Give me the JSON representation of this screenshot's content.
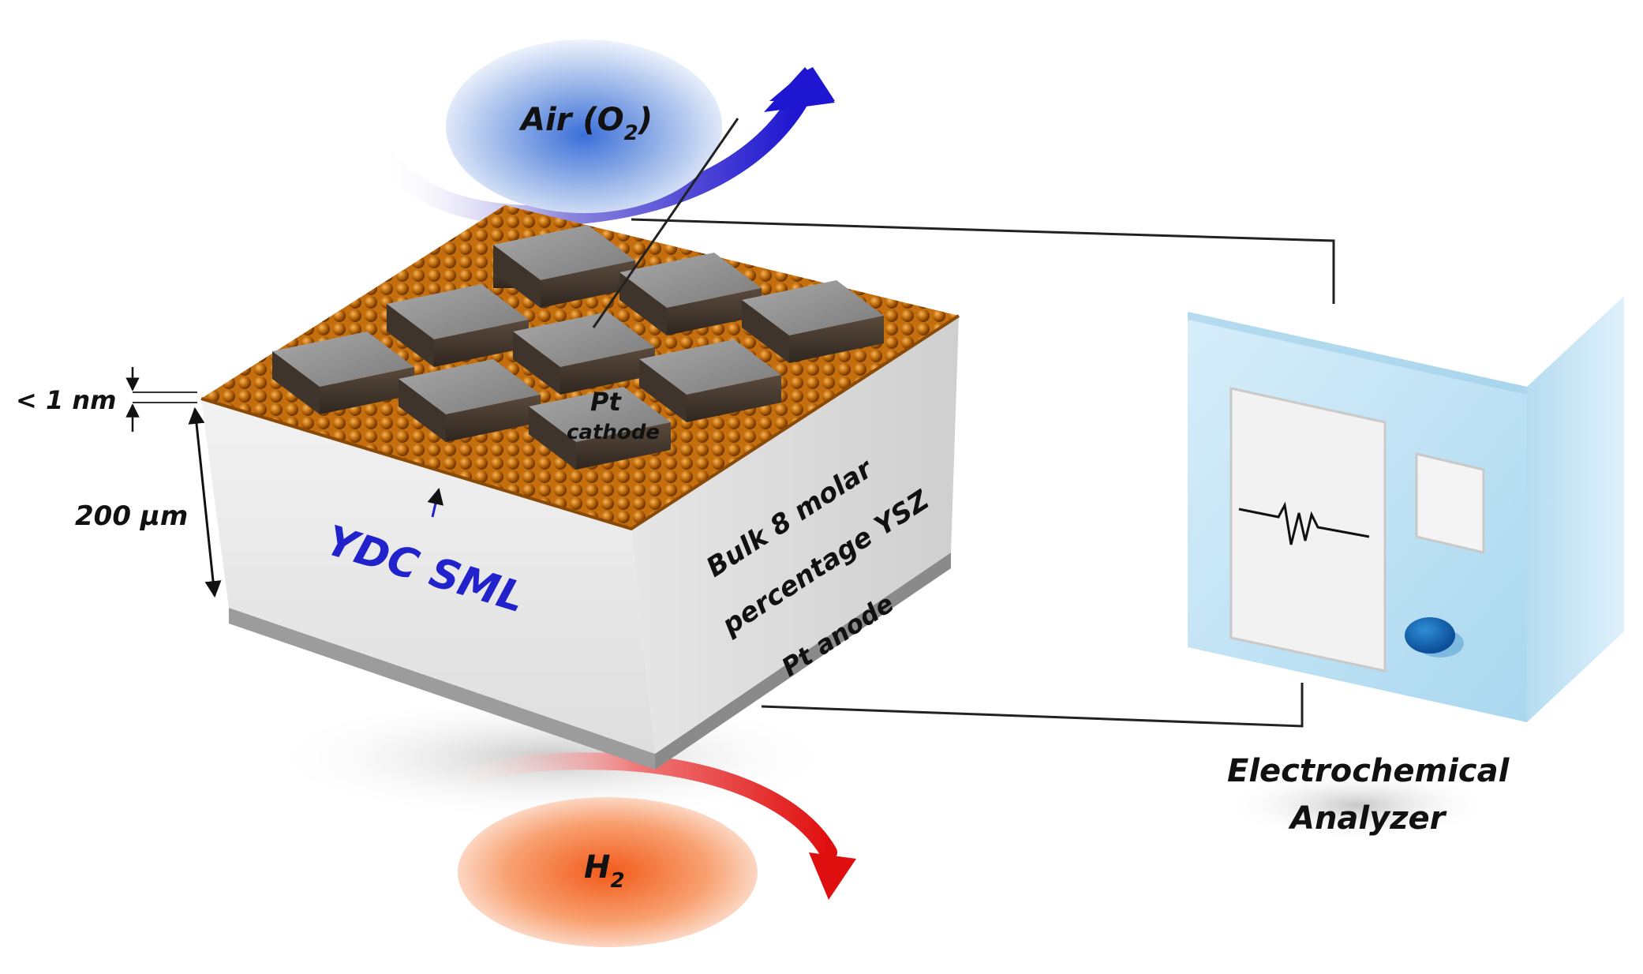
{
  "labels": {
    "air": "Air (O",
    "air_sub": "2",
    "air_close": ")",
    "h2": "H",
    "h2_sub": "2",
    "thickness_nm": "< 1 nm",
    "thickness_um": "200 µm",
    "pt": "Pt",
    "cathode": "cathode",
    "ydc_sml": "YDC SML",
    "bulk_line1": "Bulk 8 molar",
    "bulk_line2": "percentage YSZ",
    "pt_anode": "Pt anode",
    "analyzer_line1": "Electrochemical",
    "analyzer_line2": "Analyzer"
  },
  "colors": {
    "air_arrow": "#2a23c8",
    "air_cloud": "#6f94dd",
    "h2_arrow": "#e01c1c",
    "h2_cloud": "#f27a3a",
    "ydc_text": "#2222cc",
    "nanoparticle": "#c4700f",
    "electrode_top": "#8e8e8e",
    "electrode_side": "#4a3f35",
    "substrate_front": "#ebebeb",
    "substrate_side": "#dcdcdc",
    "analyzer_body": "#bfe3f5"
  }
}
